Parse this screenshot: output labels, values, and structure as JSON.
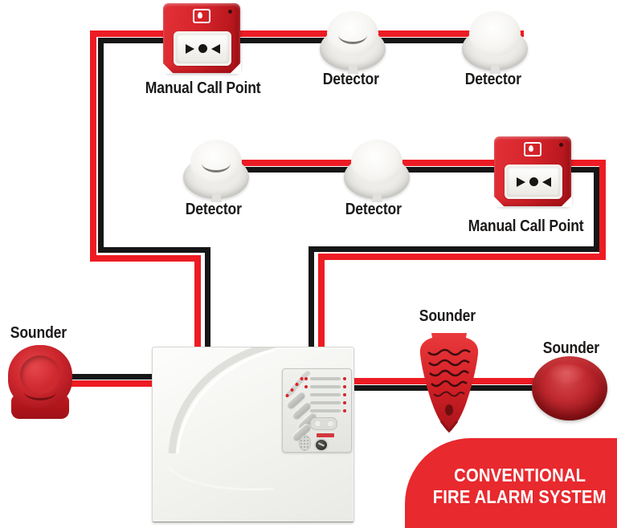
{
  "diagram": {
    "labels": {
      "manual_call_point": "Manual Call Point",
      "detector": "Detector",
      "sounder": "Sounder"
    },
    "badge": {
      "line1": "CONVENTIONAL",
      "line2": "FIRE ALARM SYSTEM",
      "bg_color": "#e8292e",
      "text_color": "#ffffff"
    },
    "wires": {
      "red": "#ed1c24",
      "black": "#161616"
    },
    "devices": [
      {
        "id": "manual-call-point-1",
        "label": "Manual Call Point"
      },
      {
        "id": "detector-1",
        "label": "Detector"
      },
      {
        "id": "detector-2",
        "label": "Detector"
      },
      {
        "id": "detector-3",
        "label": "Detector"
      },
      {
        "id": "detector-4",
        "label": "Detector"
      },
      {
        "id": "manual-call-point-2",
        "label": "Manual Call Point"
      },
      {
        "id": "sounder-1",
        "label": "Sounder"
      },
      {
        "id": "sounder-2",
        "label": "Sounder"
      },
      {
        "id": "sounder-3",
        "label": "Sounder"
      }
    ]
  }
}
